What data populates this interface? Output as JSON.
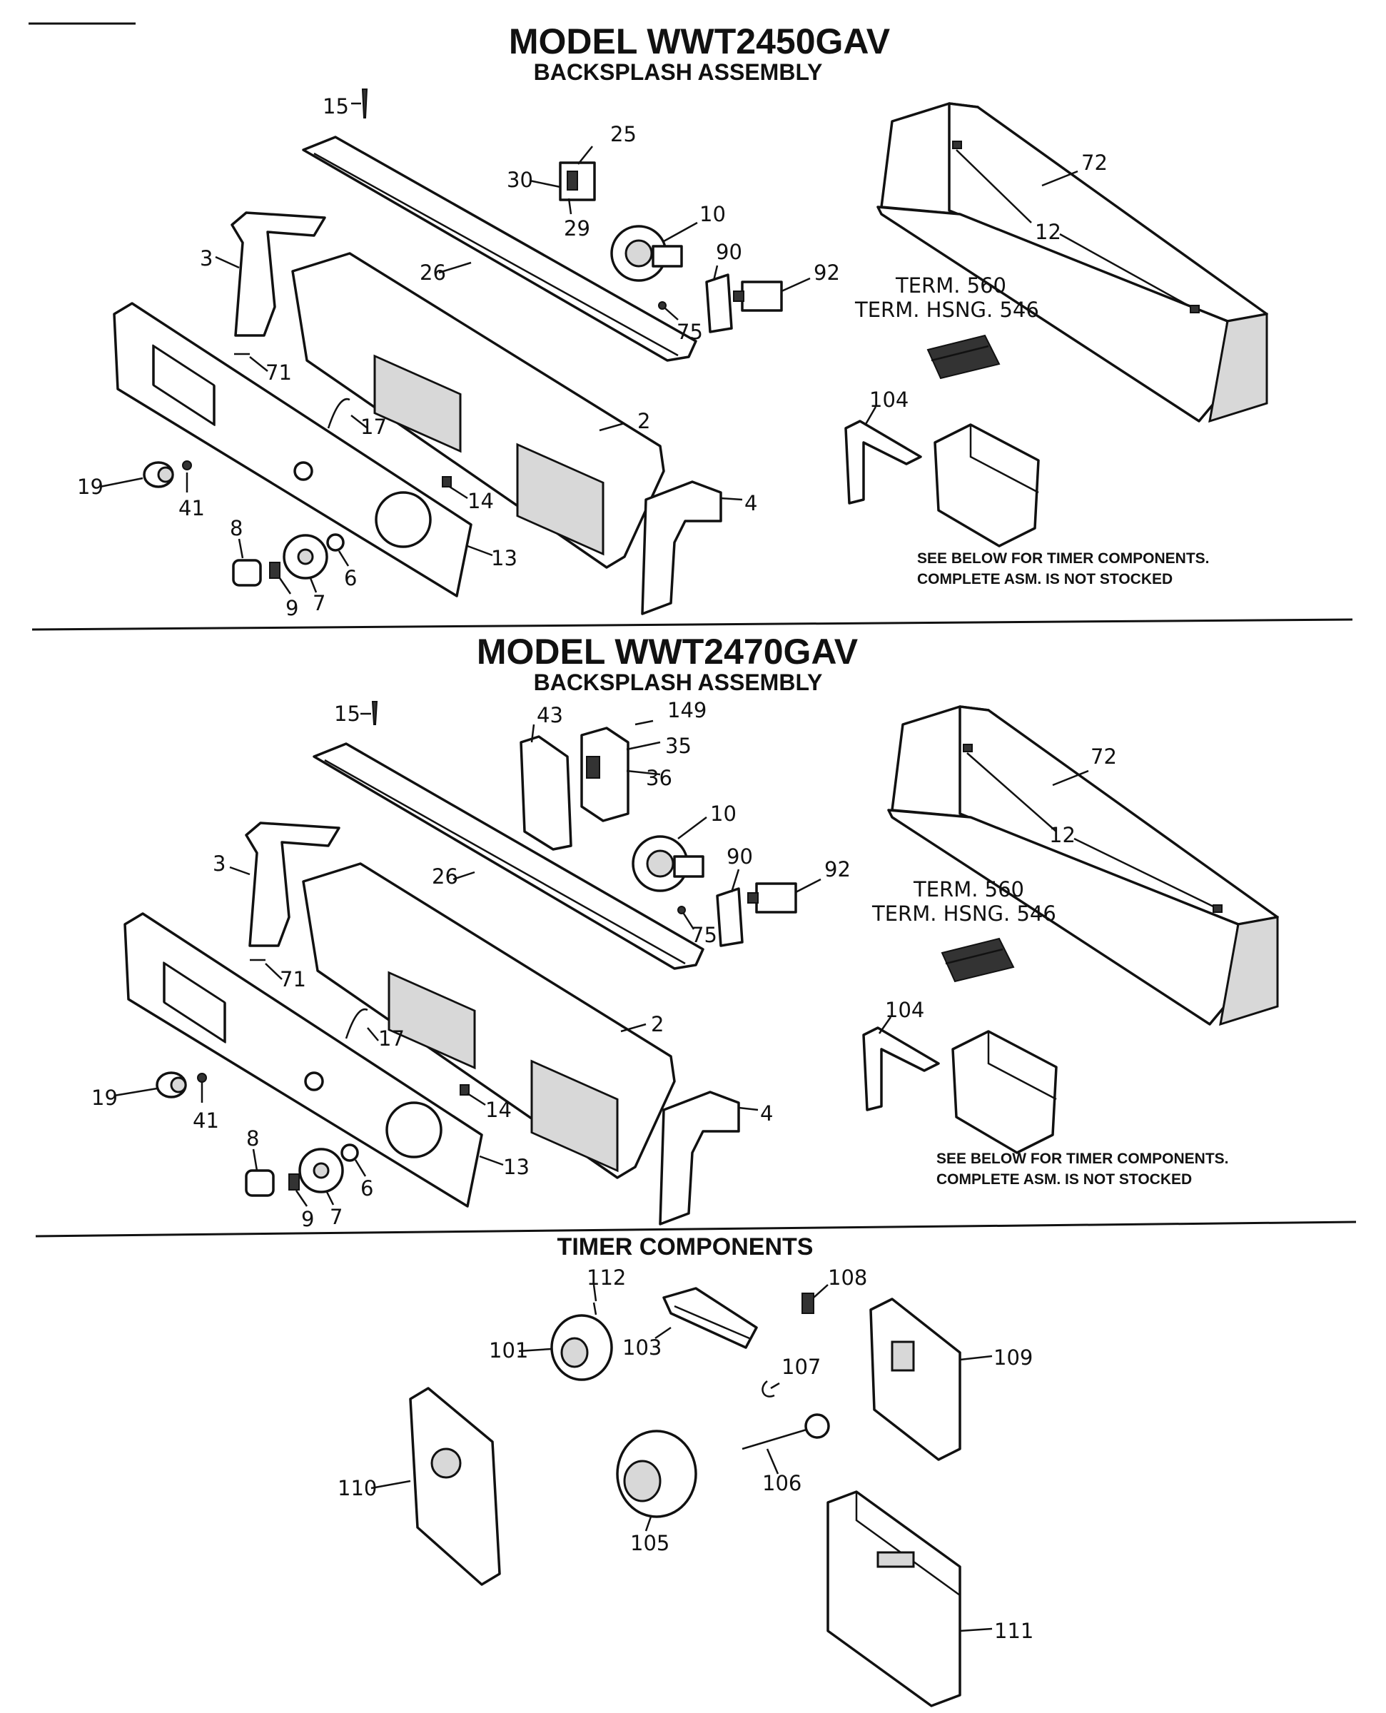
{
  "section1": {
    "model_title": "MODEL  WWT2450GAV",
    "subtitle": "BACKSPLASH ASSEMBLY",
    "note_line1": "SEE BELOW FOR TIMER COMPONENTS.",
    "note_line2": "COMPLETE ASM. IS NOT STOCKED",
    "term1": "TERM. 560",
    "term2": "TERM. HSNG. 546",
    "callouts": {
      "c15": "15",
      "c25": "25",
      "c30": "30",
      "c29": "29",
      "c10": "10",
      "c72": "72",
      "c3": "3",
      "c26": "26",
      "c90": "90",
      "c92": "92",
      "c12": "12",
      "c75": "75",
      "c71": "71",
      "c17": "17",
      "c104": "104",
      "c2": "2",
      "c19": "19",
      "c41": "41",
      "c14": "14",
      "c4": "4",
      "c8": "8",
      "c6": "6",
      "c13": "13",
      "c9": "9",
      "c7": "7"
    }
  },
  "section2": {
    "model_title": "MODEL   WWT2470GAV",
    "subtitle": "BACKSPLASH ASSEMBLY",
    "note_line1": "SEE BELOW FOR TIMER COMPONENTS.",
    "note_line2": "COMPLETE ASM. IS NOT STOCKED",
    "term1": "TERM. 560",
    "term2": "TERM. HSNG. 546",
    "callouts": {
      "c15": "15",
      "c43": "43",
      "c149": "149",
      "c35": "35",
      "c36": "36",
      "c72": "72",
      "c10": "10",
      "c12": "12",
      "c90": "90",
      "c92": "92",
      "c3": "3",
      "c26": "26",
      "c75": "75",
      "c71": "71",
      "c104": "104",
      "c17": "17",
      "c2": "2",
      "c19": "19",
      "c41": "41",
      "c14": "14",
      "c4": "4",
      "c8": "8",
      "c6": "6",
      "c13": "13",
      "c9": "9",
      "c7": "7"
    }
  },
  "section3": {
    "title": "TIMER COMPONENTS",
    "callouts": {
      "c112": "112",
      "c108": "108",
      "c101": "101",
      "c103": "103",
      "c109": "109",
      "c107": "107",
      "c110": "110",
      "c106": "106",
      "c105": "105",
      "c111": "111"
    }
  }
}
